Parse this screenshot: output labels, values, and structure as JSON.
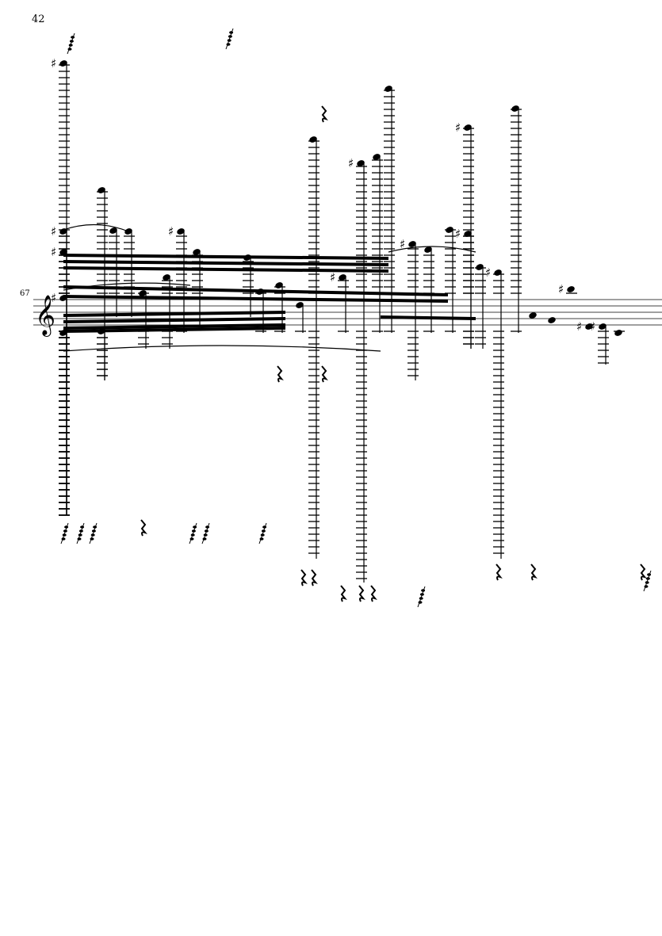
{
  "page": {
    "number": "42"
  },
  "system": {
    "measure_number": "67",
    "clef": "treble"
  },
  "colors": {
    "ink": "#000000",
    "paper": "#ffffff"
  }
}
